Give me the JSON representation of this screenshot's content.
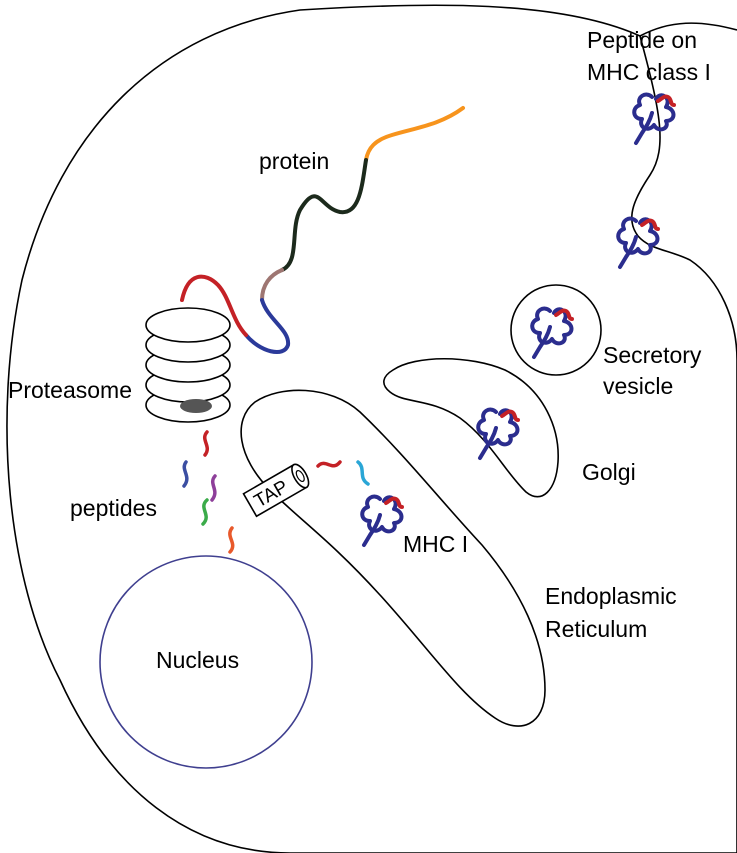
{
  "labels": {
    "protein": "protein",
    "proteasome": "Proteasome",
    "peptides": "peptides",
    "tap": "TAP",
    "mhc_i": "MHC I",
    "nucleus": "Nucleus",
    "er_line1": "Endoplasmic",
    "er_line2": "Reticulum",
    "golgi": "Golgi",
    "vesicle_line1": "Secretory",
    "vesicle_line2": "vesicle",
    "surface_line1": "Peptide on",
    "surface_line2": "MHC class I"
  },
  "colors": {
    "outline": "#000000",
    "nucleus_outline": "#3f3f8f",
    "mhc": "#2b2d8e",
    "peptide_red": "#c42126",
    "protein_orange": "#f7941d",
    "protein_dark": "#1c2a1c",
    "protein_brown": "#9e7672",
    "protein_blue": "#2b3a9a",
    "proteasome_core": "#555555"
  },
  "peptide_colors": [
    "#c42126",
    "#3b4ea2",
    "#8e3f9a",
    "#3bab4a",
    "#e8592b",
    "#c42126",
    "#2aa6d6"
  ]
}
